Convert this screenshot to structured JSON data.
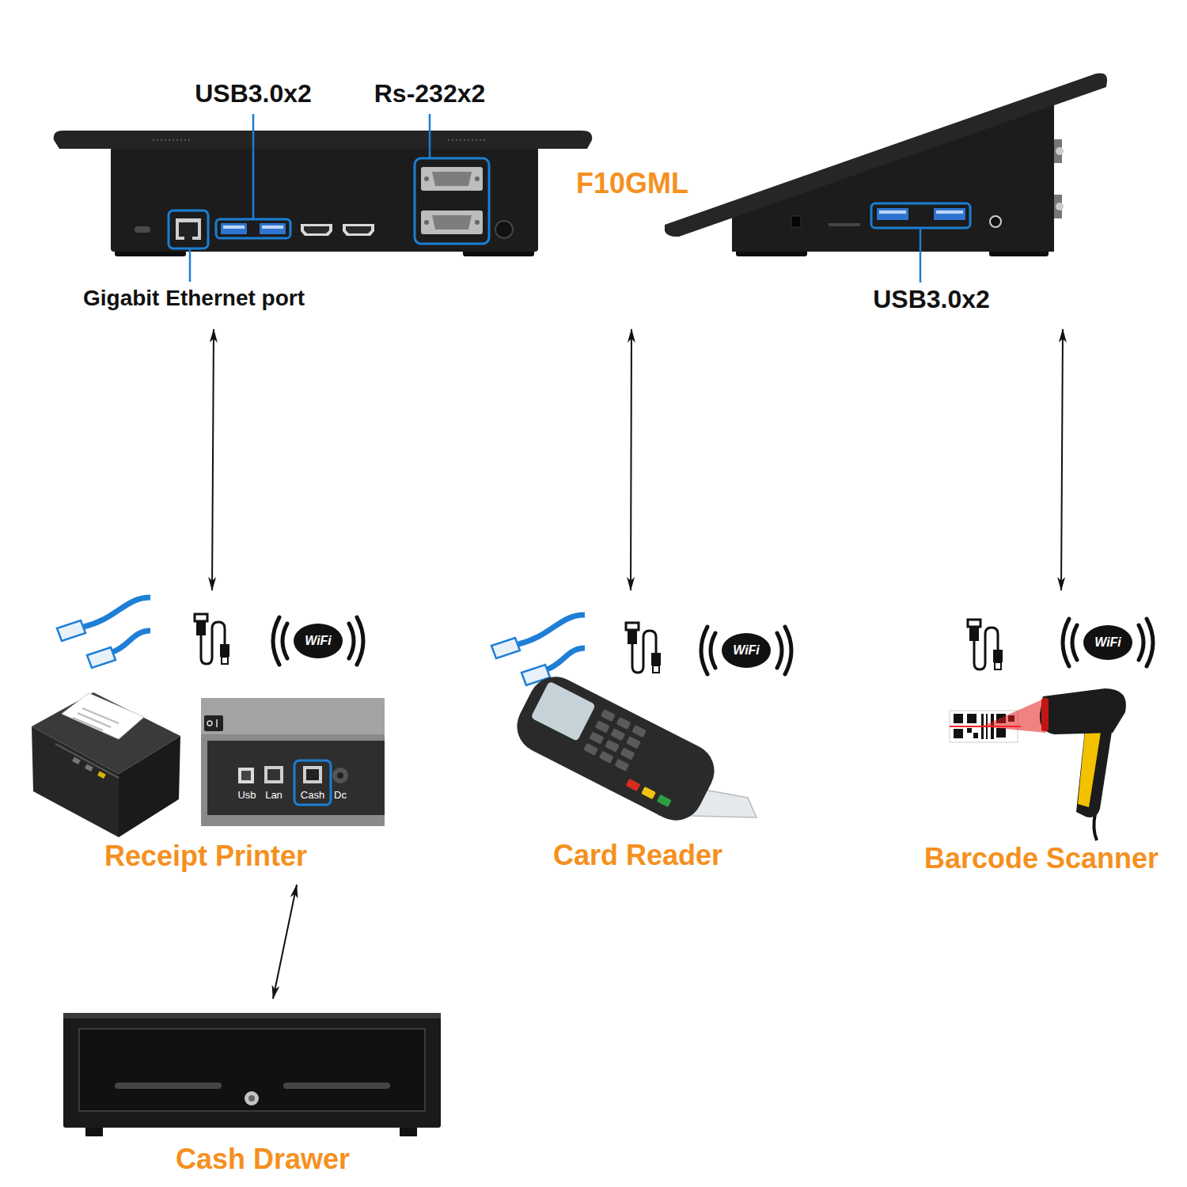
{
  "diagram": {
    "nodes": [
      {
        "text": [
          "F10GML"
        ]
      },
      {
        "text": [
          "Receipt Printer"
        ]
      },
      {
        "text": [
          "Card Reader"
        ]
      },
      {
        "text": [
          "Barcode Scanner"
        ]
      },
      {
        "text": [
          "Cash Drawer"
        ]
      }
    ],
    "edges": [
      {
        "from": 0,
        "to": 1,
        "arrow": "both"
      },
      {
        "from": 0,
        "to": 2,
        "arrow": "both"
      },
      {
        "from": 0,
        "to": 3,
        "arrow": "both"
      },
      {
        "from": 1,
        "to": 4,
        "arrow": "both"
      }
    ],
    "labels": [
      "USB3.0x2",
      "Rs-232x2",
      "Gigabit Ethernet port",
      "USB3.0x2",
      "WiFi",
      "WiFi",
      "WiFi",
      "Usb",
      "Lan",
      "Cash",
      "Dc"
    ]
  }
}
